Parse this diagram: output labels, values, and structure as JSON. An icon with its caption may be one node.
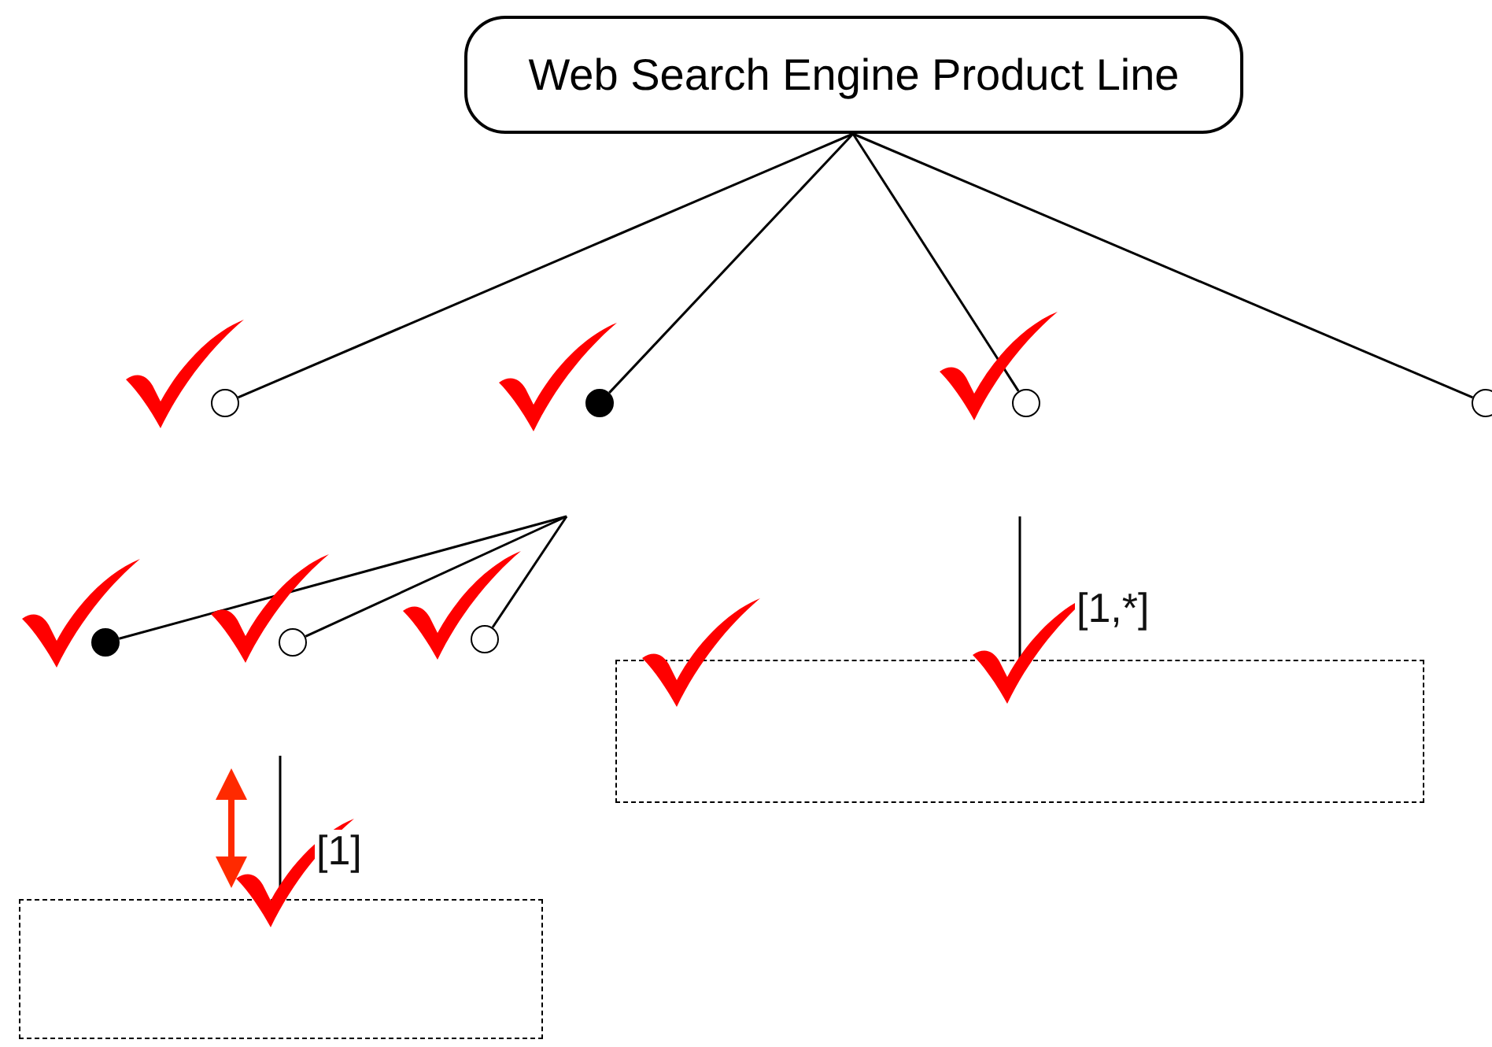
{
  "diagram": {
    "nodes": [
      {
        "text": [
          "Web Search Engine Product Line"
        ]
      },
      {
        "text": [],
        "shape": "circle"
      },
      {
        "text": [],
        "shape": "dot"
      },
      {
        "text": [],
        "shape": "circle"
      },
      {
        "text": [],
        "shape": "circle"
      },
      {
        "text": [],
        "shape": "dot"
      },
      {
        "text": [],
        "shape": "circle"
      },
      {
        "text": [],
        "shape": "circle"
      },
      {
        "text": [],
        "shape": "box"
      },
      {
        "text": [],
        "shape": "box"
      }
    ],
    "edges": [
      {
        "from": 0,
        "to": 1,
        "arrow": "none"
      },
      {
        "from": 0,
        "to": 2,
        "arrow": "none"
      },
      {
        "from": 0,
        "to": 3,
        "arrow": "none"
      },
      {
        "from": 0,
        "to": 4,
        "arrow": "none"
      },
      {
        "from": null,
        "to": 5,
        "arrow": "none"
      },
      {
        "from": null,
        "to": 6,
        "arrow": "none"
      },
      {
        "from": null,
        "to": 7,
        "arrow": "none"
      },
      {
        "from": null,
        "to": 8,
        "arrow": "none",
        "label": "[1]"
      },
      {
        "from": null,
        "to": 9,
        "arrow": "none",
        "label": "[1,*]"
      }
    ]
  }
}
